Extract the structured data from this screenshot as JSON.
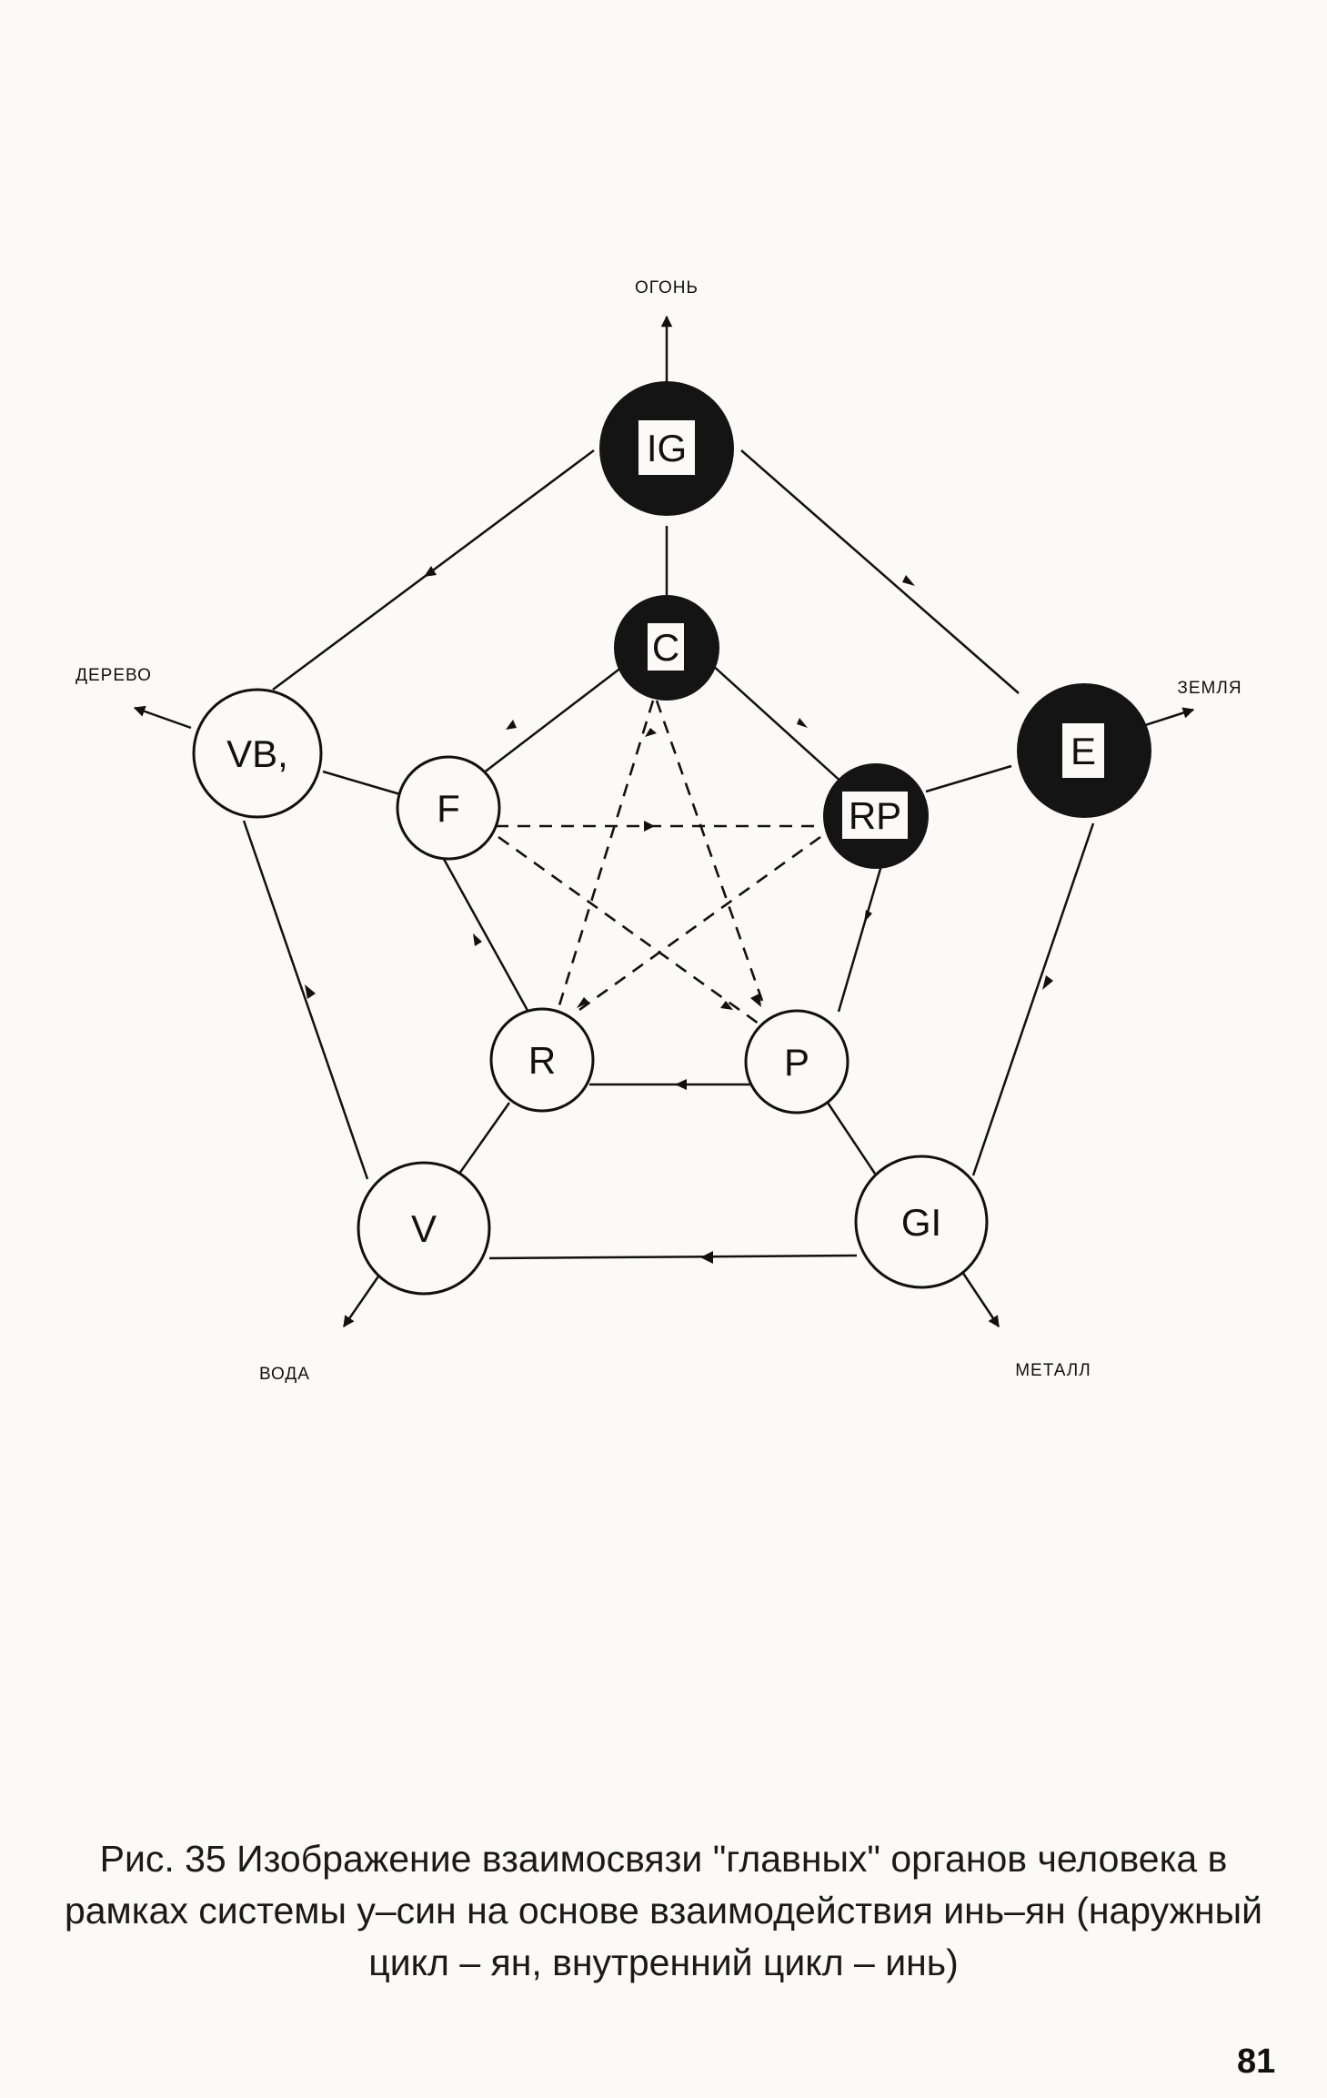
{
  "elements": {
    "fire": "ОГОНЬ",
    "wood": "ДЕРЕВО",
    "earth": "ЗЕМЛЯ",
    "water": "ВОДА",
    "metal": "МЕТАЛЛ"
  },
  "organs_outer": {
    "ig": "IG",
    "vb": "VB,",
    "e": "E",
    "v": "V",
    "gi": "GI"
  },
  "organs_inner": {
    "c": "C",
    "f": "F",
    "rp": "RP",
    "r": "R",
    "p": "P"
  },
  "caption": {
    "line1": "Рис. 35 Изображение взаимосвязи \"главных\" органов человека в",
    "line2": "рамках системы у–син на основе взаимодействия инь–ян (наружный",
    "line3": "цикл – ян, внутренний цикл – инь)"
  },
  "page_number": "81",
  "colors": {
    "ink": "#111111",
    "paper": "#fbfaf7"
  }
}
